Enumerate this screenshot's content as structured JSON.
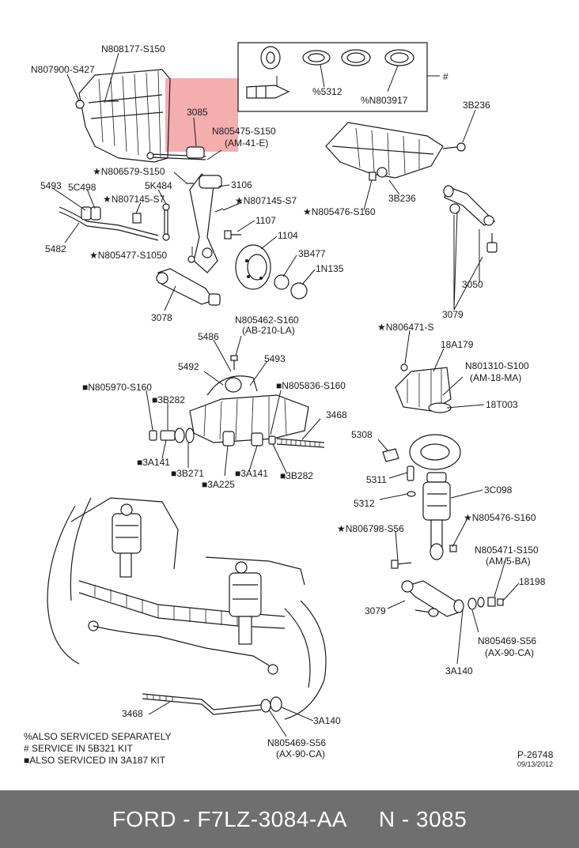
{
  "colors": {
    "highlight": "#f2a0a0",
    "footer_bg": "#6f6f6f",
    "footer_text": "#ffffff",
    "ink": "#1a1a1a"
  },
  "labels": {
    "l_n808177": "N808177-S150",
    "l_n807900": "N807900-S427",
    "l_3085": "3085",
    "l_n805475": "N805475-S150",
    "l_am41e": "(AM-41-E)",
    "l_n806579": "★N806579-S150",
    "l_3106": "3106",
    "l_5493a": "5493",
    "l_5c498": "5C498",
    "l_5k484": "5K484",
    "l_n807145a": "★N807145-S7",
    "l_n807145b": "★N807145-S7",
    "l_1107": "1107",
    "l_1104": "1104",
    "l_5482": "5482",
    "l_n805477": "★N805477-S1050",
    "l_3b477": "3B477",
    "l_1n135": "1N135",
    "l_3078": "3078",
    "l_pct5312": "%5312",
    "l_pctn803917": "%N803917",
    "l_hash": "#",
    "l_3b236a": "3B236",
    "l_3b236b": "3B236",
    "l_n805476a": "★N805476-S160",
    "l_3050": "3050",
    "l_3079a": "3079",
    "l_n805462": "N805462-S160",
    "l_ab210la": "(AB-210-LA)",
    "l_5486": "5486",
    "l_5492": "5492",
    "l_5493b": "5493",
    "l_n805970": "■N805970-S160",
    "l_3b282a": "■3B282",
    "l_n805836": "■N805836-S160",
    "l_3468a": "3468",
    "l_3a141a": "■3A141",
    "l_3b271": "■3B271",
    "l_3a225": "■3A225",
    "l_3a141b": "■3A141",
    "l_3b282b": "■3B282",
    "l_n806471": "★N806471-S",
    "l_18a179": "18A179",
    "l_n801310": "N801310-S100",
    "l_am18ma": "(AM-18-MA)",
    "l_18t003": "18T003",
    "l_5308": "5308",
    "l_5311": "5311",
    "l_5312": "5312",
    "l_3c098": "3C098",
    "l_n805476b": "★N805476-S160",
    "l_n806798": "★N806798-S56",
    "l_n805471": "N805471-S150",
    "l_am5ba": "(AM-5-BA)",
    "l_18198": "18198",
    "l_3079b": "3079",
    "l_n805469a": "N805469-S56",
    "l_ax90caa": "(AX-90-CA)",
    "l_3a140a": "3A140",
    "l_3468b": "3468",
    "l_3a140b": "3A140",
    "l_n805469b": "N805469-S56",
    "l_ax90cab": "(AX-90-CA)",
    "l_note1": "%ALSO SERVICED SEPARATELY",
    "l_note2": "# SERVICE IN 5B321 KIT",
    "l_note3": "■ALSO SERVICED IN 3A187 KIT",
    "l_fig": "P-26748",
    "l_date": "09/13/2012"
  },
  "footer": {
    "text": "FORD - F7LZ-3084-AA     N - 3085"
  }
}
